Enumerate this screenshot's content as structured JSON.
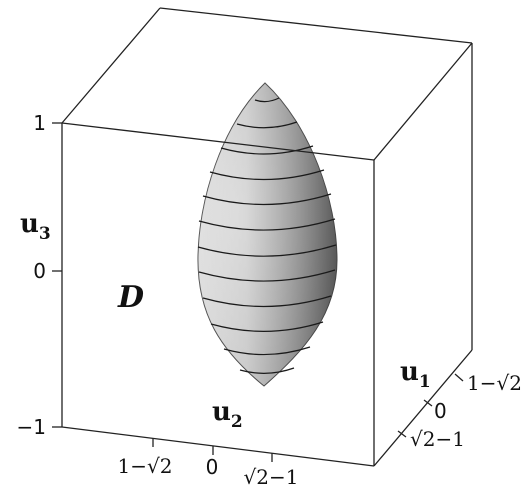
{
  "axes": {
    "u1": {
      "name": "u",
      "sub": "1",
      "ticks": [
        {
          "label": "1−√2",
          "value": "1-sqrt(2)"
        },
        {
          "label": "0",
          "value": 0
        },
        {
          "label": "√2−1",
          "value": "sqrt(2)-1"
        }
      ]
    },
    "u2": {
      "name": "u",
      "sub": "2",
      "ticks": [
        {
          "label": "1−√2",
          "value": "1-sqrt(2)"
        },
        {
          "label": "0",
          "value": 0
        },
        {
          "label": "√2−1",
          "value": "sqrt(2)-1"
        }
      ]
    },
    "u3": {
      "name": "u",
      "sub": "3",
      "ticks": [
        {
          "label": "1",
          "value": 1
        },
        {
          "label": "0",
          "value": 0
        },
        {
          "label": "−1",
          "value": -1
        }
      ]
    }
  },
  "region": {
    "label": "D"
  },
  "colors": {
    "surface_light": "#d9d9d9",
    "surface_dark": "#5a5a5a",
    "contour": "#1a1a1a",
    "box": "#222222"
  }
}
